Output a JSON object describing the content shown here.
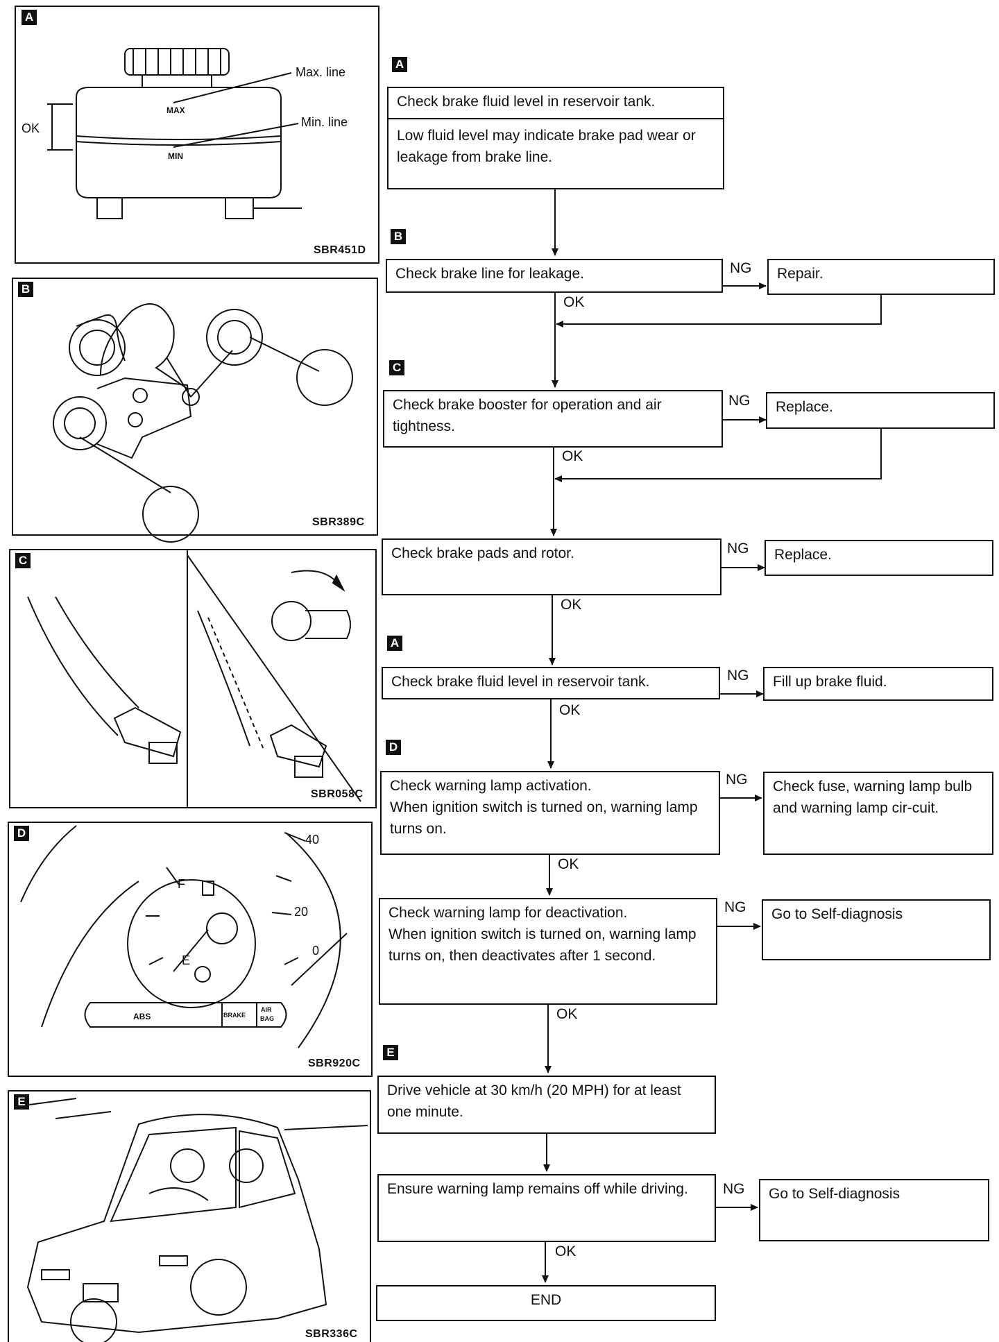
{
  "panels": {
    "A": {
      "letter": "A",
      "code": "SBR451D",
      "max_line": "Max. line",
      "min_line": "Min. line",
      "ok": "OK",
      "max": "MAX",
      "min": "MIN"
    },
    "B": {
      "letter": "B",
      "code": "SBR389C"
    },
    "C": {
      "letter": "C",
      "code": "SBR058C"
    },
    "D": {
      "letter": "D",
      "code": "SBR920C",
      "g40": "40",
      "g20": "20",
      "g0": "0",
      "f": "F",
      "e": "E",
      "abs": "ABS",
      "brake": "BRAKE",
      "air": "AIR",
      "bag": "BAG"
    },
    "E": {
      "letter": "E",
      "code": "SBR336C"
    }
  },
  "flow": {
    "markers": {
      "m1": "A",
      "m2": "B",
      "m3": "C",
      "m4": "A",
      "m5": "D",
      "m6": "E"
    },
    "step1": {
      "line1": "Check brake fluid level in reservoir tank.",
      "line2": "Low fluid level may indicate brake pad wear or leakage from brake line."
    },
    "step2": {
      "text": "Check brake line for leakage.",
      "ng_text": "Repair."
    },
    "step3": {
      "text": "Check brake booster for operation and air tightness.",
      "ng_text": "Replace."
    },
    "step4": {
      "text": "Check brake pads and rotor.",
      "ng_text": "Replace."
    },
    "step5": {
      "text": "Check brake fluid level in reservoir tank.",
      "ng_text": "Fill up brake fluid."
    },
    "step6": {
      "text": "Check warning lamp activation.\nWhen ignition switch is turned on, warning lamp turns on.",
      "ng_text": "Check fuse, warning lamp bulb and warning lamp cir-cuit."
    },
    "step7": {
      "text": "Check warning lamp for deactivation.\nWhen ignition switch is turned on, warning lamp turns on, then deactivates after 1 second.",
      "ng_text": "Go to Self-diagnosis"
    },
    "step8": {
      "text": "Drive vehicle at 30 km/h (20 MPH) for at least one minute."
    },
    "step9": {
      "text": "Ensure warning lamp remains off while driving.",
      "ng_text": "Go to Self-diagnosis"
    },
    "end": "END",
    "ng": "NG",
    "ok": "OK"
  }
}
